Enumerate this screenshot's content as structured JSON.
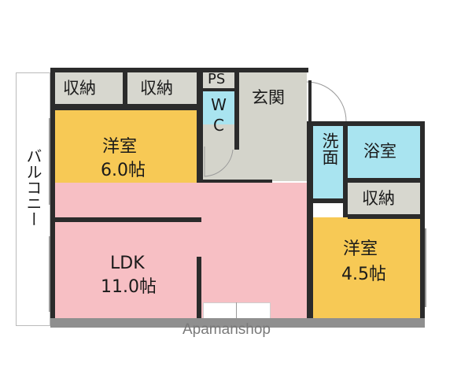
{
  "rooms": {
    "storage_a": "収納",
    "storage_b": "収納",
    "ps": "PS",
    "genkan": "玄関",
    "wc": "WC",
    "western_6_name": "洋室",
    "western_6_size": "6.0帖",
    "washroom": "洗面",
    "bath": "浴室",
    "storage_c": "収納",
    "ldk_name": "LDK",
    "ldk_size": "11.0帖",
    "western_45_name": "洋室",
    "western_45_size": "4.5帖",
    "balcony": "バルコニー"
  },
  "watermark": "Apamanshop",
  "colors": {
    "storage": "#d7d7cf",
    "hall": "#d4d4cb",
    "western": "#f7c955",
    "ldk": "#f7bfc4",
    "water": "#a9e4f0",
    "wall": "#2b2b2b"
  }
}
